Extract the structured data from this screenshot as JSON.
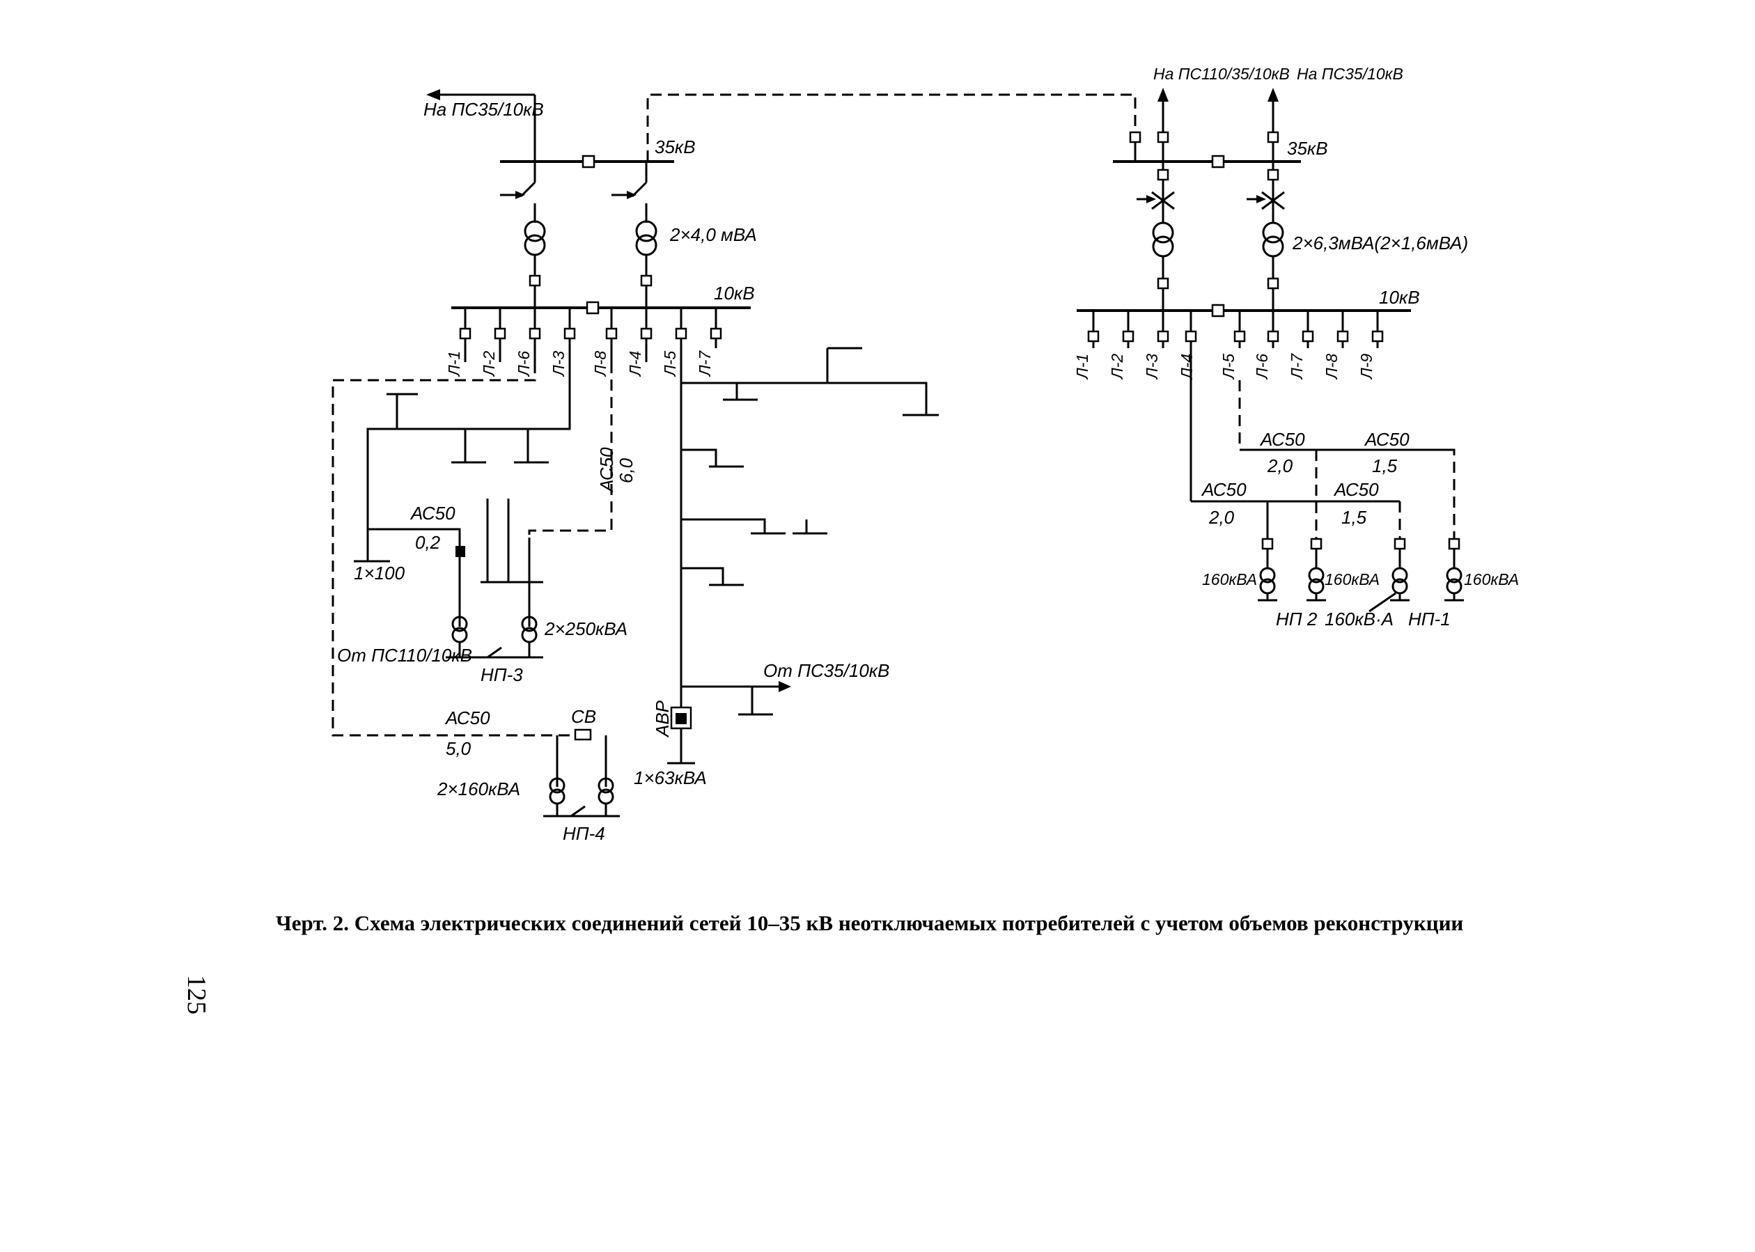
{
  "left": {
    "to_ps_top": "На ПС35/10кВ",
    "bus35_label": "35кВ",
    "transformer_label": "2×4,0 мВА",
    "bus10_label": "10кВ",
    "feeders": [
      "Л-1",
      "Л-2",
      "Л-6",
      "Л-3",
      "Л-8",
      "Л-4",
      "Л-5",
      "Л-7"
    ],
    "line_ac50_vert": "АС50",
    "line_ac50_vert_len": "6,0",
    "line_ac50_a": "АС50",
    "line_ac50_a_len": "0,2",
    "t_1x100": "1×100",
    "t_2x250": "2×250кВА",
    "from_ps110": "От ПС110/10кВ",
    "np3": "НП-3",
    "from_ps35": "От ПС35/10кВ",
    "line_ac50_b": "АС50",
    "line_ac50_b_len": "5,0",
    "sv": "СВ",
    "avr": "АВР",
    "t_1x63": "1×63кВА",
    "t_2x160": "2×160кВА",
    "np4": "НП-4"
  },
  "right": {
    "to_ps110": "На ПС110/35/10кВ",
    "to_ps35": "На ПС35/10кВ",
    "bus35_label": "35кВ",
    "transformer_label": "2×6,3мВА(2×1,6мВА)",
    "bus10_label": "10кВ",
    "feeders": [
      "Л-1",
      "Л-2",
      "Л-3",
      "Л-4",
      "Л-5",
      "Л-6",
      "Л-7",
      "Л-8",
      "Л-9"
    ],
    "seg1": "АС50",
    "seg1_len": "2,0",
    "seg2": "АС50",
    "seg2_len": "1,5",
    "seg3": "АС50",
    "seg3_len": "2,0",
    "seg4": "АС50",
    "seg4_len": "1,5",
    "t1": "160кВА",
    "t2": "160кВА",
    "t3": "160кВА",
    "np2": "НП 2",
    "t_mid": "160кВ·А",
    "np1": "НП-1"
  },
  "caption": "Черт. 2. Схема электрических соединений сетей 10–35 кВ неотключаемых потребителей с учетом объемов реконструкции",
  "page_number": "125"
}
